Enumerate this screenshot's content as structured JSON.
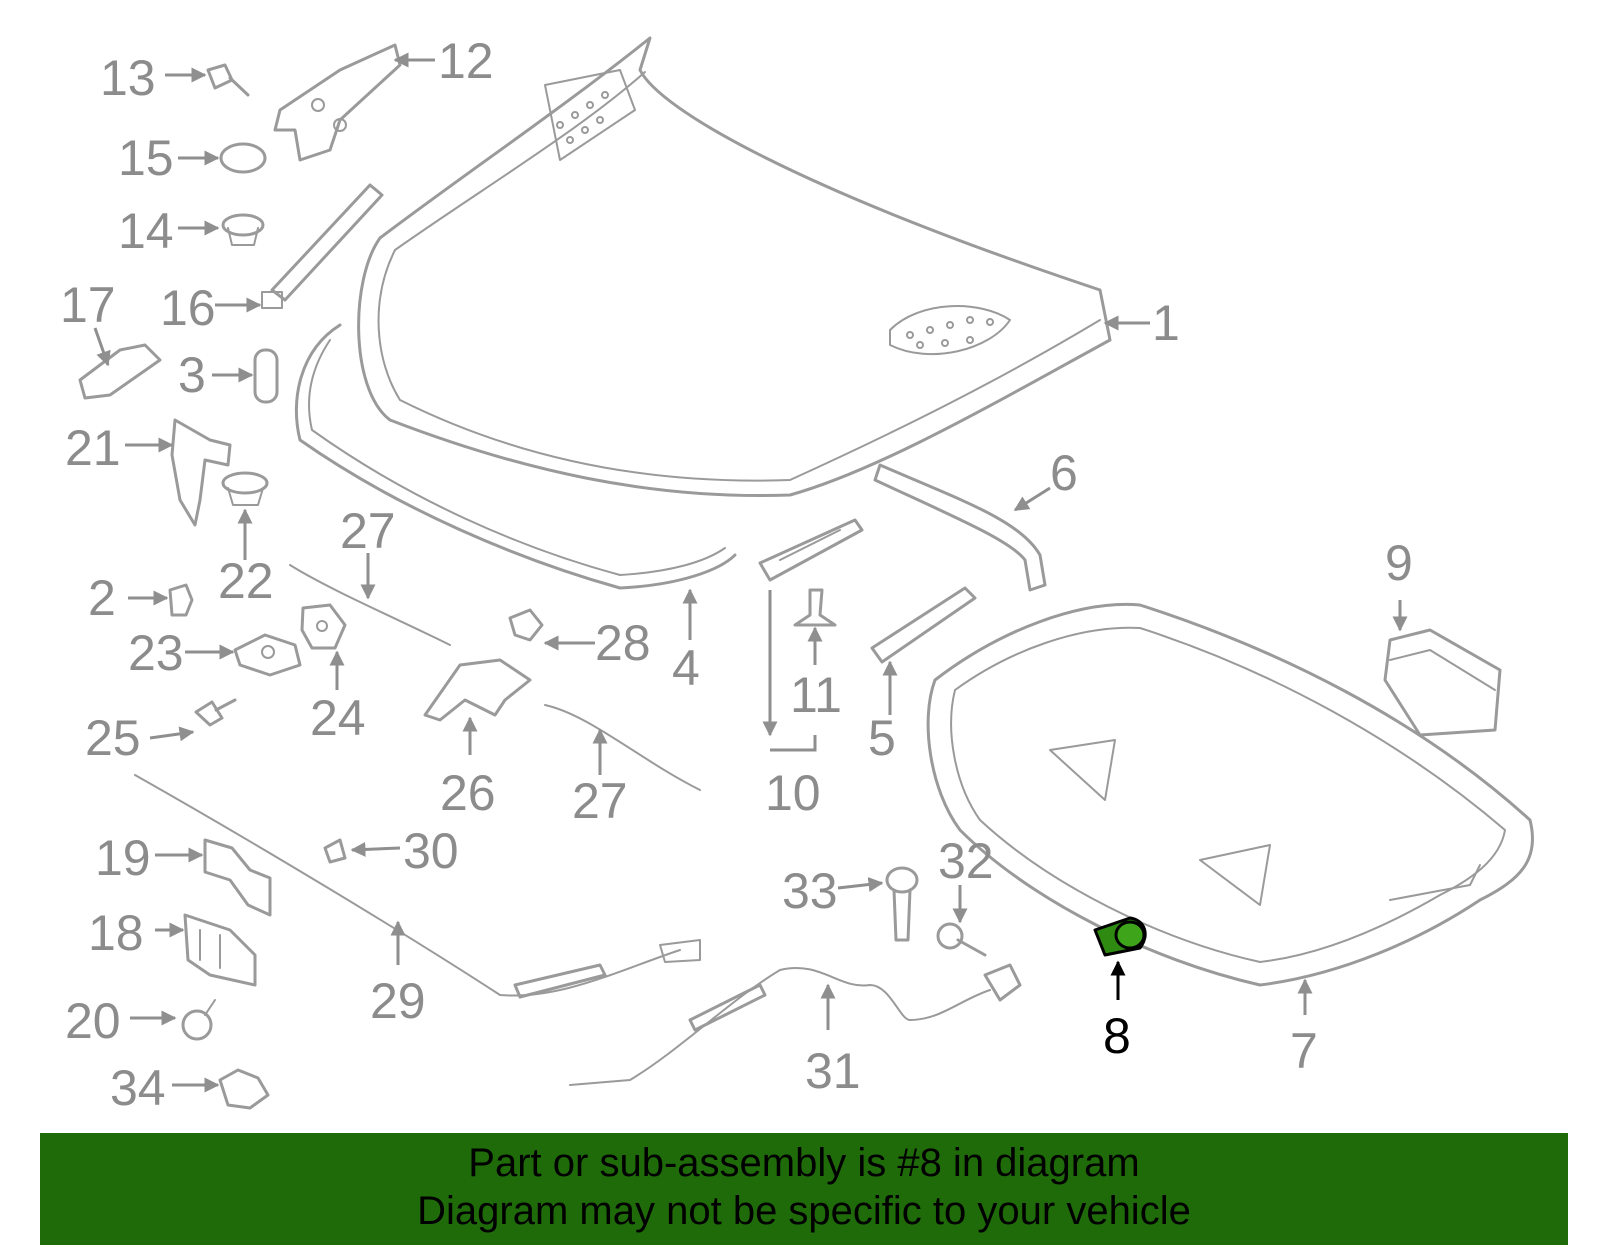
{
  "diagram": {
    "highlight_color": "#1f6b0a",
    "callouts": [
      "1",
      "2",
      "3",
      "4",
      "5",
      "6",
      "7",
      "8",
      "9",
      "10",
      "11",
      "12",
      "13",
      "14",
      "15",
      "16",
      "17",
      "18",
      "19",
      "20",
      "21",
      "22",
      "23",
      "24",
      "25",
      "26",
      "27",
      "27",
      "28",
      "29",
      "30",
      "31",
      "32",
      "33",
      "34"
    ],
    "highlighted_part": "8"
  },
  "banner": {
    "line1": "Part or sub-assembly is #8 in diagram",
    "line2": "Diagram may not be specific to your vehicle"
  }
}
